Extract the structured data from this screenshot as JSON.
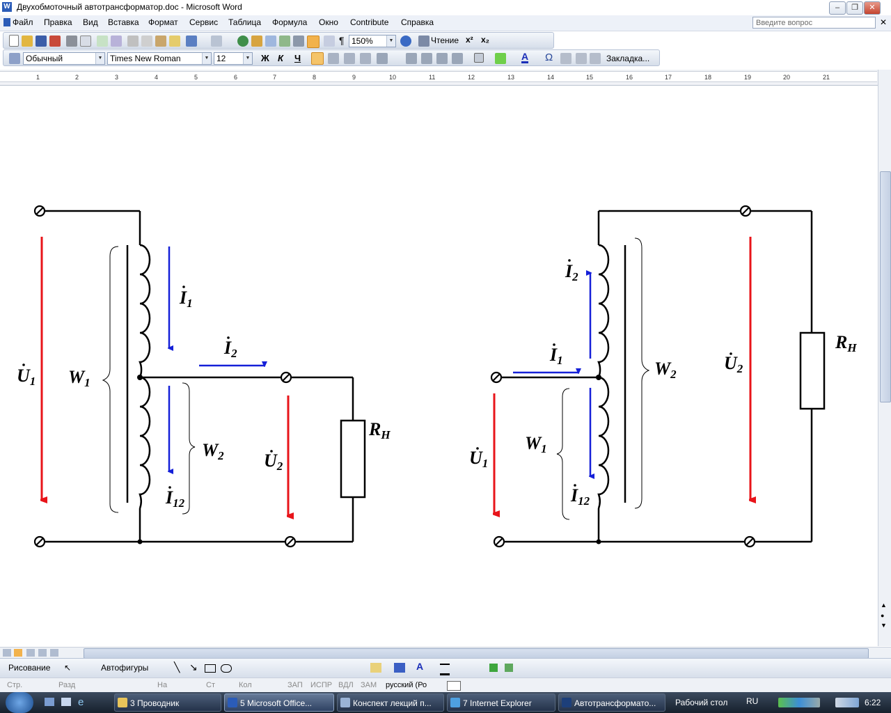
{
  "window": {
    "title": "Двухобмоточный автотрансформатор.doc - Microsoft Word"
  },
  "menu": [
    "Файл",
    "Правка",
    "Вид",
    "Вставка",
    "Формат",
    "Сервис",
    "Таблица",
    "Формула",
    "Окно",
    "Contribute",
    "Справка"
  ],
  "ask_placeholder": "Введите вопрос",
  "toolbar1": {
    "zoom": "150%",
    "reading_label": "Чтение"
  },
  "toolbar2": {
    "style": "Обычный",
    "font": "Times New Roman",
    "size": "12",
    "bold": "Ж",
    "italic": "К",
    "underline": "Ч",
    "bookmark": "Закладка..."
  },
  "ruler_numbers": [
    "1",
    "2",
    "3",
    "4",
    "5",
    "6",
    "7",
    "8",
    "9",
    "10",
    "11",
    "12",
    "13",
    "14",
    "15",
    "16",
    "17",
    "18",
    "19",
    "20",
    "21"
  ],
  "diagram": {
    "left": {
      "U1": "U",
      "U1_sub": "1",
      "W1": "W",
      "W1_sub": "1",
      "I1": "I",
      "I1_sub": "1",
      "I2": "I",
      "I2_sub": "2",
      "W2": "W",
      "W2_sub": "2",
      "U2": "U",
      "U2_sub": "2",
      "I12": "I",
      "I12_sub": "12",
      "RH": "R",
      "RH_sub": "H"
    },
    "right": {
      "I2": "I",
      "I2_sub": "2",
      "I1": "I",
      "I1_sub": "1",
      "W2": "W",
      "W2_sub": "2",
      "U2": "U",
      "U2_sub": "2",
      "RH": "R",
      "RH_sub": "H",
      "U1": "U",
      "U1_sub": "1",
      "W1": "W",
      "W1_sub": "1",
      "I12": "I",
      "I12_sub": "12"
    },
    "colors": {
      "voltage": "#e8141a",
      "current": "#1520d8",
      "wire": "#000000"
    }
  },
  "drawing_toolbar": {
    "draw": "Рисование",
    "autoshapes": "Автофигуры"
  },
  "status": {
    "page": "Стр.",
    "section": "Разд",
    "at": "На",
    "line": "Ст",
    "col": "Кол",
    "rec": "ЗАП",
    "trk": "ИСПР",
    "ext": "ВДЛ",
    "ovr": "ЗАМ",
    "lang": "русский (Ро"
  },
  "taskbar": {
    "items": [
      "3 Проводник",
      "5 Microsoft Office...",
      "Конспект лекций п...",
      "7 Internet Explorer",
      "Автотрансформато..."
    ],
    "desktop": "Рабочий стол",
    "lang": "RU",
    "time": "6:22"
  }
}
